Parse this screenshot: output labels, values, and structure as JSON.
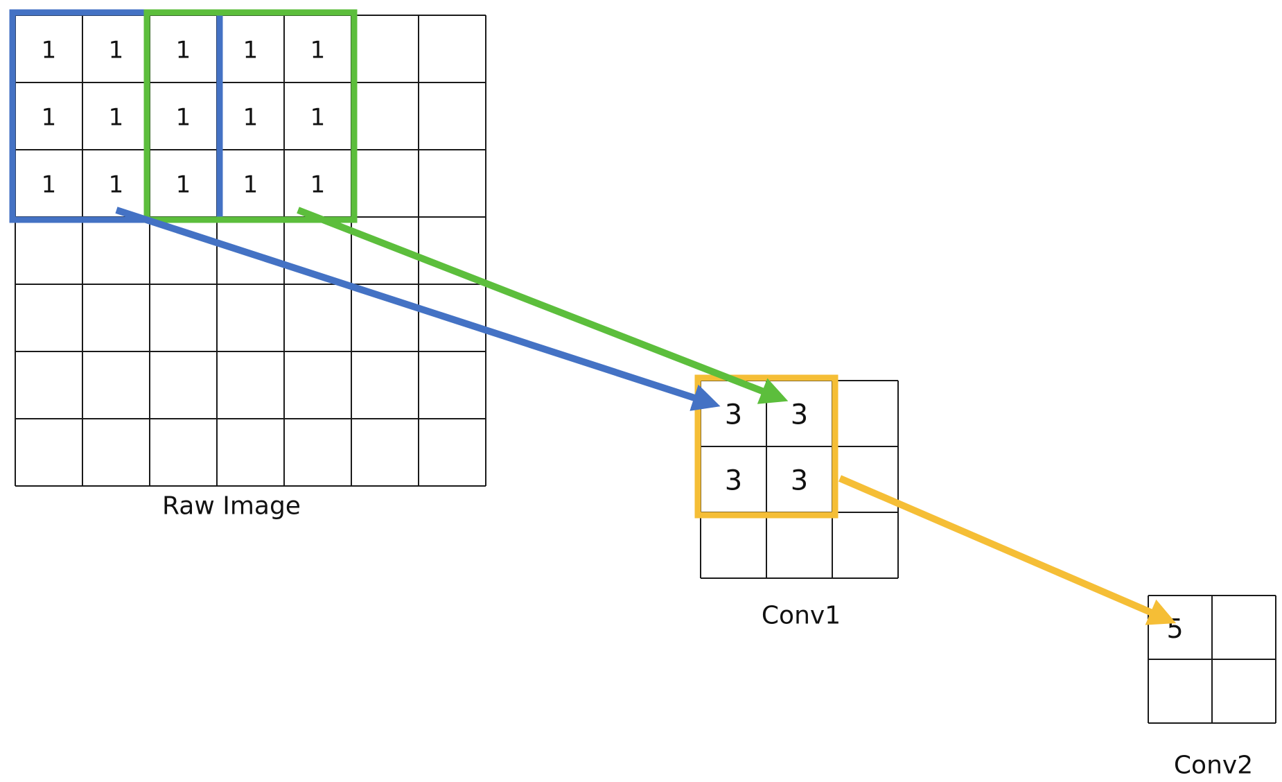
{
  "colors": {
    "blue": "#4472C4",
    "green": "#5CBE3C",
    "yellow": "#F5BE36",
    "grid": "#1a1a1a"
  },
  "grids": [
    {
      "id": "raw-image",
      "label": "Raw Image",
      "rows": 7,
      "cols": 7,
      "values": [
        [
          "1",
          "1",
          "1",
          "1",
          "1",
          "",
          ""
        ],
        [
          "1",
          "1",
          "1",
          "1",
          "1",
          "",
          ""
        ],
        [
          "1",
          "1",
          "1",
          "1",
          "1",
          "",
          ""
        ],
        [
          "",
          "",
          "",
          "",
          "",
          "",
          ""
        ],
        [
          "",
          "",
          "",
          "",
          "",
          "",
          ""
        ],
        [
          "",
          "",
          "",
          "",
          "",
          "",
          ""
        ],
        [
          "",
          "",
          "",
          "",
          "",
          "",
          ""
        ]
      ]
    },
    {
      "id": "conv1",
      "label": "Conv1",
      "rows": 3,
      "cols": 3,
      "values": [
        [
          "3",
          "3",
          ""
        ],
        [
          "3",
          "3",
          ""
        ],
        [
          "",
          "",
          ""
        ]
      ]
    },
    {
      "id": "conv2",
      "label": "Conv2",
      "rows": 2,
      "cols": 2,
      "values": [
        [
          "5",
          ""
        ],
        [
          "",
          ""
        ]
      ]
    }
  ],
  "windows": [
    {
      "grid": "raw-image",
      "row": 0,
      "col": 0,
      "size": 3,
      "color": "blue"
    },
    {
      "grid": "raw-image",
      "row": 0,
      "col": 2,
      "size": 3,
      "color": "green"
    },
    {
      "grid": "conv1",
      "row": 0,
      "col": 0,
      "size": 2,
      "color": "yellow"
    }
  ],
  "arrows": [
    {
      "from": "raw-image-window-blue",
      "to": "conv1-cell-0-0",
      "color": "blue"
    },
    {
      "from": "raw-image-window-green",
      "to": "conv1-cell-0-1",
      "color": "green"
    },
    {
      "from": "conv1-window-yellow",
      "to": "conv2-cell-0-0",
      "color": "yellow"
    }
  ]
}
